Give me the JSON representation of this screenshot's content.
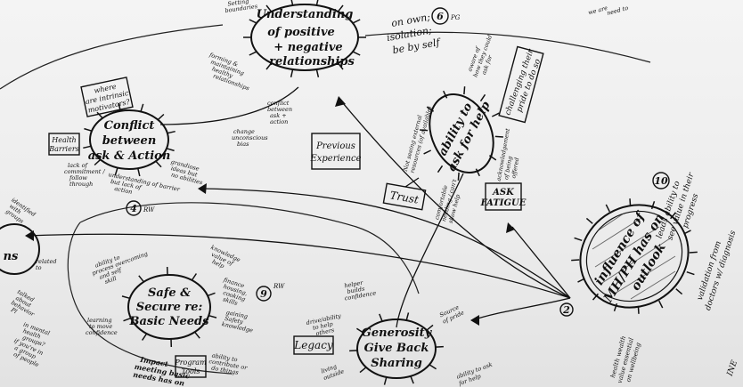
{
  "nodes": {
    "relationships": {
      "lines": [
        "Understanding",
        "of positive",
        "+ negative",
        "relationships"
      ]
    },
    "conflict": {
      "lines": [
        "Conflict",
        "between",
        "ask & Action"
      ]
    },
    "ability_help": {
      "lines": [
        "ability to",
        "ask for help"
      ]
    },
    "influence": {
      "lines": [
        "influence of",
        "MH/PH has on",
        "outlook"
      ]
    },
    "safe_secure": {
      "lines": [
        "Safe &",
        "Secure re:",
        "Basic Needs"
      ]
    },
    "generosity": {
      "lines": [
        "Generosity",
        "Give Back",
        "Sharing"
      ]
    }
  },
  "numbers": {
    "n6": {
      "num": "6",
      "suffix": "PG"
    },
    "n4": {
      "num": "4",
      "suffix": "RW"
    },
    "n9": {
      "num": "9",
      "suffix": "RW"
    },
    "n10": {
      "num": "10",
      "suffix": ""
    },
    "n2": {
      "num": "2",
      "suffix": ""
    }
  },
  "labels": {
    "on_own": [
      "on own;",
      "isolation;",
      "be by self"
    ],
    "previous_experience": [
      "Previous",
      "Experience"
    ],
    "trust": "Trust",
    "ask_fatigue": [
      "ASK",
      "FATIGUE"
    ],
    "legacy": "Legacy",
    "program_tools": [
      "Program",
      "Tools"
    ],
    "where_intrinsic": [
      "where",
      "are intrinsic",
      "motivators?"
    ],
    "health_barriers": [
      "Health",
      "Barriers"
    ],
    "challenging_pride": [
      "challenging their",
      "pride to do so"
    ]
  },
  "notes": {
    "setting_boundaries": [
      "Setting",
      "boundaries"
    ],
    "forming_maintaining": [
      "forming &",
      "maintaining",
      "healthy",
      "relationships"
    ],
    "conflict_between": [
      "conflict",
      "between",
      "ask +",
      "action"
    ],
    "change_unconscious": [
      "change",
      "unconscious",
      "bias"
    ],
    "aware_they_could": [
      "aware of",
      "how they could",
      "ask for"
    ],
    "not_seeing_external": [
      "Not seeing external",
      "resources (of available)"
    ],
    "comfortable_needing": [
      "comfortable",
      "needing / can't",
      "show help"
    ],
    "acknowledgement": [
      "acknowledgement",
      "of being",
      "offered"
    ],
    "lack_commitment": [
      "lack of",
      "commitment /",
      "follow",
      "through"
    ],
    "understanding_barrier": [
      "understanding of barrier",
      "but lack of",
      "action"
    ],
    "grandiose": [
      "grandiose",
      "ideas but",
      "no abilities"
    ],
    "leads_ability": [
      "leads ability to",
      "see value in their",
      "progress"
    ],
    "validation": [
      "validation from",
      "doctors w/ diagnosis"
    ],
    "health_wealth": [
      "health wealth",
      "value essential",
      "on wellbeing"
    ],
    "ability_process": [
      "ability to",
      "process overcoming",
      "and self",
      "skill"
    ],
    "knowledge_value": [
      "knowledge",
      "value of",
      "help"
    ],
    "finance_housing": [
      "finance",
      "housing,",
      "cooking",
      "skills"
    ],
    "learning_move": [
      "learning",
      "to move",
      "confidence"
    ],
    "gaining_safety": [
      "gaining",
      "Safety",
      "knowledge"
    ],
    "impact_meeting": [
      "Impact",
      "meeting basic",
      "needs has on"
    ],
    "ability_contribute": [
      "ability to",
      "contribute or",
      "do things"
    ],
    "helper_confidence": [
      "helper",
      "builds",
      "confidence"
    ],
    "drive_ability": [
      "drive/ability",
      "to help",
      "others"
    ],
    "source_of_pride": [
      "Source",
      "of pride"
    ],
    "living_outside": [
      "living",
      "outside"
    ],
    "ability_help_cross": [
      "ability to ask",
      "for help"
    ],
    "left_related": [
      "related",
      "to"
    ],
    "left_talked": [
      "talked",
      "about",
      "behavior",
      "Pl"
    ],
    "left_bottom": [
      "if you're in",
      "a group",
      "of people"
    ],
    "left_mid": [
      "identified",
      "with",
      "groups"
    ],
    "left_lower": [
      "in mental",
      "health",
      "groups?"
    ],
    "left_ns": "ns",
    "right_top": [
      "we are",
      "need to"
    ],
    "right_bottom": "INE"
  }
}
